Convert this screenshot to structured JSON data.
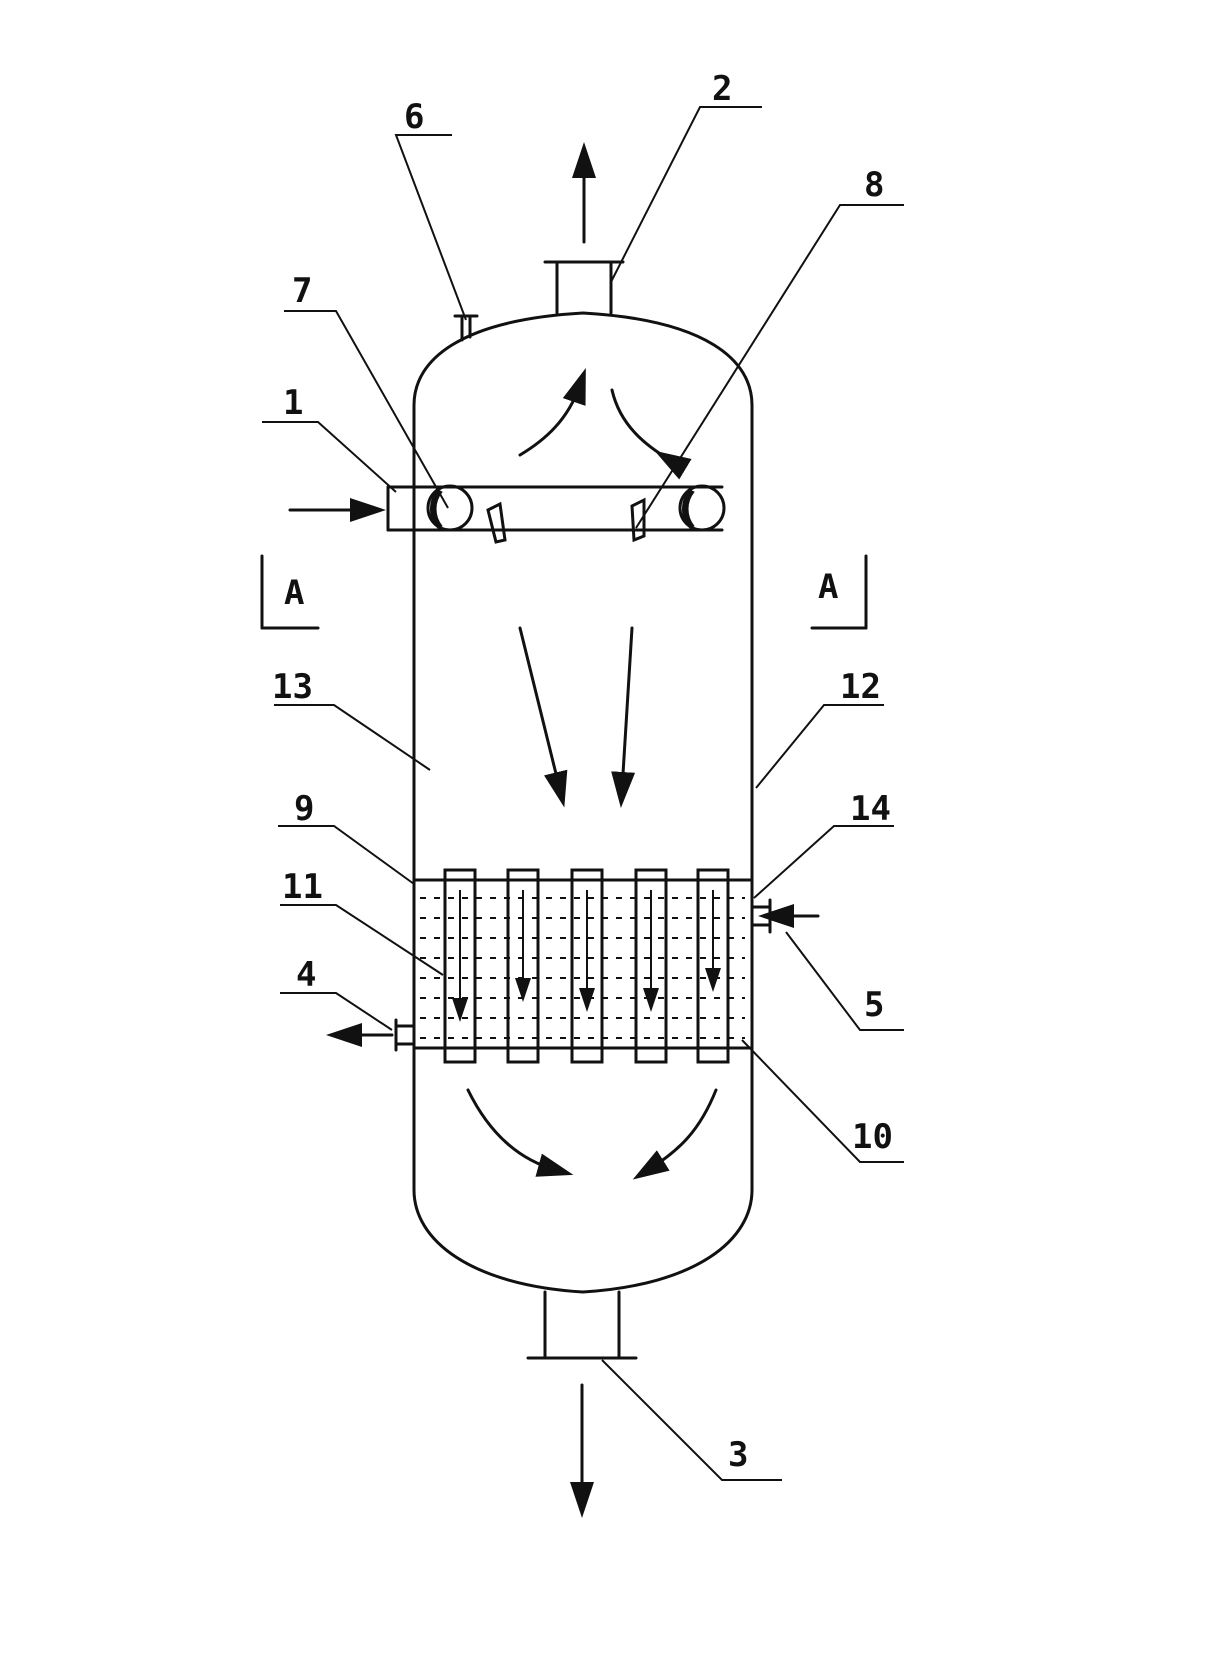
{
  "labels": {
    "l1": "1",
    "l2": "2",
    "l3": "3",
    "l4": "4",
    "l5": "5",
    "l6": "6",
    "l7": "7",
    "l8": "8",
    "l9": "9",
    "l10": "10",
    "l11": "11",
    "l12": "12",
    "l13": "13",
    "l14": "14"
  },
  "section_marks": {
    "left": "A",
    "right": "A"
  }
}
